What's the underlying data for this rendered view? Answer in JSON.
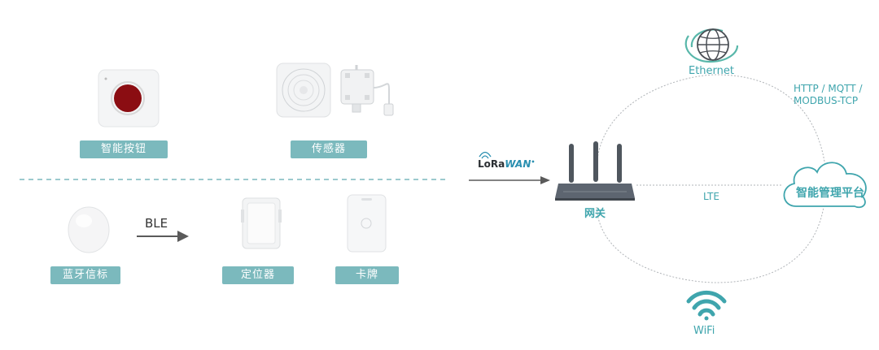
{
  "devices": {
    "smart_button": "智能按钮",
    "sensor": "传感器",
    "ble_beacon": "蓝牙信标",
    "locator": "定位器",
    "card": "卡牌"
  },
  "links": {
    "ble": "BLE",
    "lorawan_main": "LoRa",
    "lorawan_wan": "WAN",
    "lorawan_dot": "•"
  },
  "network": {
    "gateway": "网关",
    "ethernet": "Ethernet",
    "protocols_line1": "HTTP / MQTT /",
    "protocols_line2": "MODBUS-TCP",
    "lte": "LTE",
    "wifi": "WiFi",
    "platform": "智能管理平台"
  },
  "colors": {
    "teal": "#3fa5ad",
    "pill": "#7bb9bd",
    "button_red": "#8b0d12",
    "gateway": "#5d6570"
  }
}
